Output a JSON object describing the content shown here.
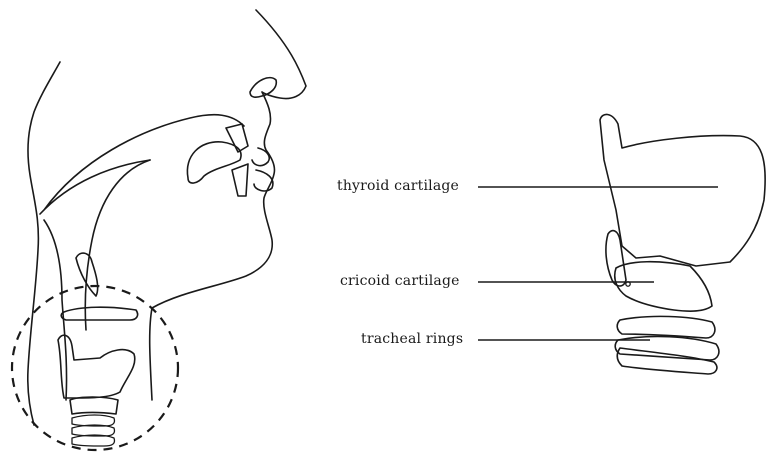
{
  "labels": {
    "thyroid": "thyroid cartilage",
    "cricoid": "cricoid cartilage",
    "tracheal": "tracheal rings"
  },
  "colors": {
    "ink": "#1a1a1a",
    "background": "#ffffff"
  }
}
